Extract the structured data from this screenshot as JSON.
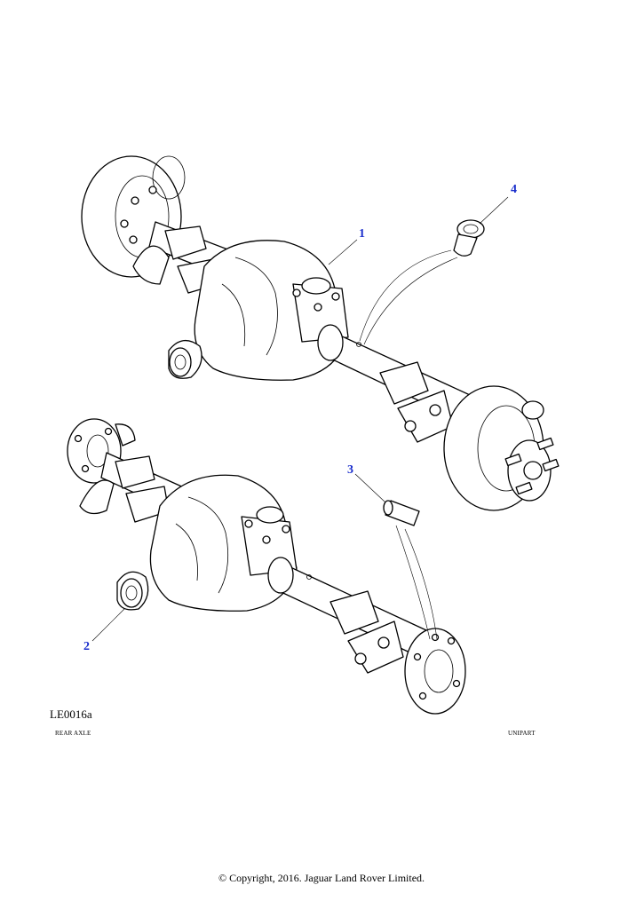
{
  "callouts": [
    {
      "id": "1",
      "color": "#1a2ecc"
    },
    {
      "id": "2",
      "color": "#1a2ecc"
    },
    {
      "id": "3",
      "color": "#1a2ecc"
    },
    {
      "id": "4",
      "color": "#1a2ecc"
    }
  ],
  "illustration_code": "LE0016a",
  "caption_left": "REAR AXLE",
  "caption_right": "UNIPART",
  "copyright": "© Copyright, 2016. Jaguar Land Rover Limited."
}
